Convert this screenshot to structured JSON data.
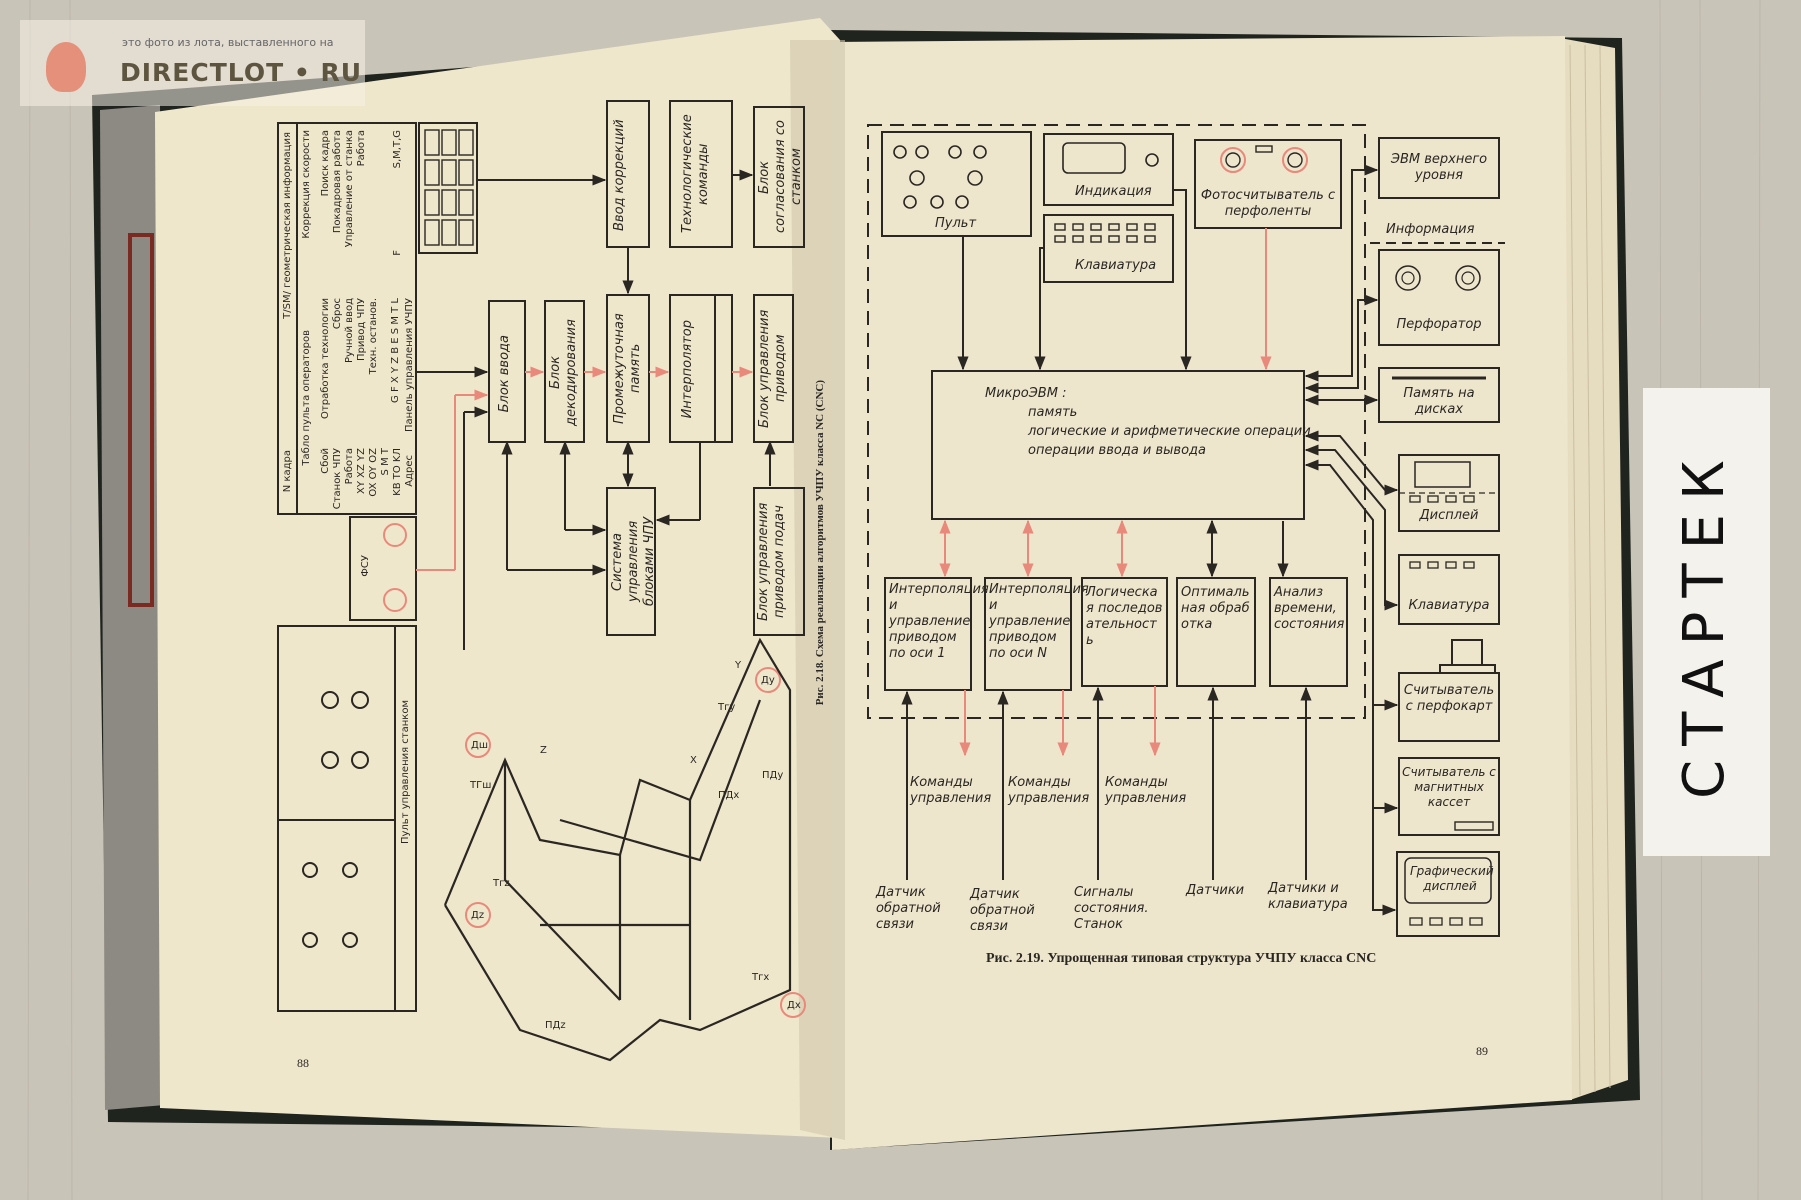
{
  "watermark": {
    "line1": "это фото из лота, выставленного на",
    "line2": "DIRECTLOT • RU"
  },
  "stamp": "СТАРТЕК",
  "colors": {
    "page": "#efe7cb",
    "ink": "#2a2723",
    "accent_red": "#e9897c",
    "cover": "#20241f",
    "stamp_bg": "#f4f2ec"
  },
  "left_page": {
    "page_number": "88",
    "caption": "Рис. 2.18. Схема реализации алгоритмов УЧПУ класса NC (CNC)",
    "panel": {
      "frame_no": "N кадра",
      "geometry": "T/SM/ геометрическая информация",
      "operator_board": "Табло пульта операторов",
      "control_panel": "Панель управления УЧПУ",
      "speed_correction": "Коррекция скорости",
      "modes_left": [
        "Отработка технологии",
        "Сброс",
        "Ручной ввод",
        "Привод ЧПУ",
        "Техн. останов."
      ],
      "modes_right": [
        "Поиск кадра",
        "Покадровая работа",
        "Управление от станка",
        "Работа"
      ],
      "status": [
        "Сбой",
        "Станок ЧПУ",
        "Работа",
        "XY XZ YZ",
        "OX OY OZ",
        "S M T",
        "KB TO KЛ"
      ],
      "address": "Адрес",
      "address_letters": "G F X Y Z B E S M T L",
      "smtg": "S,M,T,G",
      "f": "F"
    },
    "fsu": "ФСУ",
    "machine_panel": "Пульт управления станком",
    "blocks": {
      "input": "Блок ввода",
      "decode": "Блок декодирования",
      "buffer": "Промежуточная память",
      "interpolator": "Интерполятор",
      "drive": "Блок управления приводом",
      "correction": "Ввод коррекций",
      "tech": "Технологические команды",
      "match": "Блок согласования со станком",
      "system": "Система управления блоками ЧПУ",
      "feed": "Блок управления приводом подач"
    },
    "machine_labels": [
      "Дш",
      "ТГш",
      "Дz",
      "Тгz",
      "ПДz",
      "Дy",
      "Тгy",
      "ПДx",
      "ПДy",
      "Тгx",
      "Дx",
      "X",
      "Y",
      "Z"
    ]
  },
  "right_page": {
    "page_number": "89",
    "caption": "Рис. 2.19. Упрощенная типовая структура УЧПУ класса CNC",
    "top_blocks": {
      "pult": "Пульт",
      "indication": "Индикация",
      "keyboard": "Клавиатура",
      "photoreader": "Фотосчитыватель с перфоленты"
    },
    "cpu": {
      "title": "МикроЭВМ :",
      "lines": [
        "память",
        "логические и арифметические операции",
        "операции ввода и вывода"
      ]
    },
    "bottom_blocks": [
      "Интерполяция и управление приводом по оси 1",
      "Интерполяция и управление приводом по оси N",
      "Логическая последовательность",
      "Оптимальная обработка",
      "Анализ времени, состояния"
    ],
    "commands": [
      "Команды управления",
      "Команды управления",
      "Команды управления"
    ],
    "inputs": [
      "Датчик обратной связи",
      "Датчик обратной связи",
      "Сигналы состояния. Станок",
      "Датчики",
      "Датчики и клавиатура"
    ],
    "info_label": "Информация",
    "peripherals": [
      "ЭВМ верхнего уровня",
      "Перфоратор",
      "Память на дисках",
      "Дисплей",
      "Клавиатура",
      "Считыватель с перфокарт",
      "Считыватель с магнитных кассет",
      "Графический дисплей"
    ]
  }
}
